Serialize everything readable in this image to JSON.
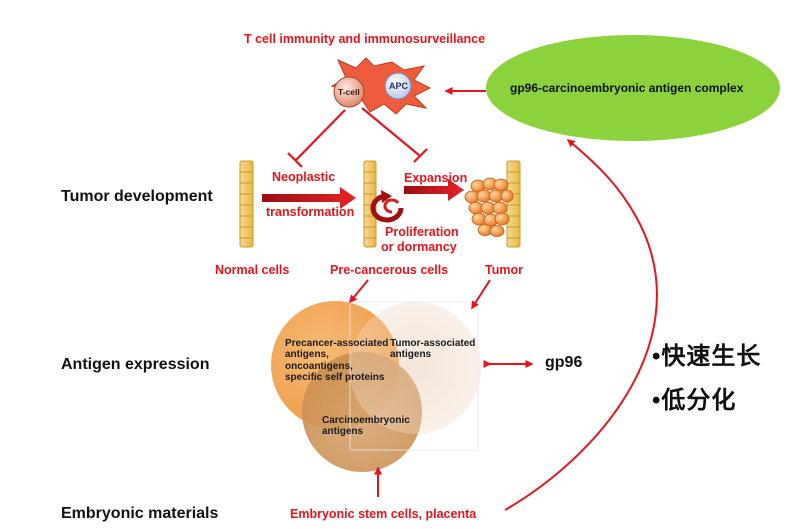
{
  "header": {
    "title": "T cell immunity and immunosurveillance"
  },
  "complex": {
    "label": "gp96-carcinoembryonic antigen complex"
  },
  "cells": {
    "tcell": "T-cell",
    "apc": "APC"
  },
  "rows": {
    "tumor_development": "Tumor development",
    "antigen_expression": "Antigen expression",
    "embryonic_materials": "Embryonic materials"
  },
  "steps": {
    "neoplastic_line1": "Neoplastic",
    "neoplastic_line2": "transformation",
    "expansion": "Expansion",
    "proliferation_line1": "Proliferation",
    "proliferation_line2": "or dormancy"
  },
  "stages": {
    "normal": "Normal cells",
    "precancerous": "Pre-cancerous cells",
    "tumor": "Tumor"
  },
  "antigens": {
    "precancer_line1": "Precancer-associated",
    "precancer_line2": "antigens,",
    "precancer_line3": "oncoantigens,",
    "precancer_line4": "specific self proteins",
    "tumor_line1": "Tumor-associated",
    "tumor_line2": "antigens",
    "carcino_line1": "Carcinoembryonic",
    "carcino_line2": "antigens"
  },
  "gp96": "gp96",
  "source": "Embryonic stem cells, placenta",
  "notes": {
    "line1": "•快速生长",
    "line2": "•低分化"
  },
  "colors": {
    "accent_red": "#e8141b",
    "complex_green": "#8cd23c",
    "cell_yellow": "#f3c34a",
    "tumor_orange": "#f08a1c"
  }
}
